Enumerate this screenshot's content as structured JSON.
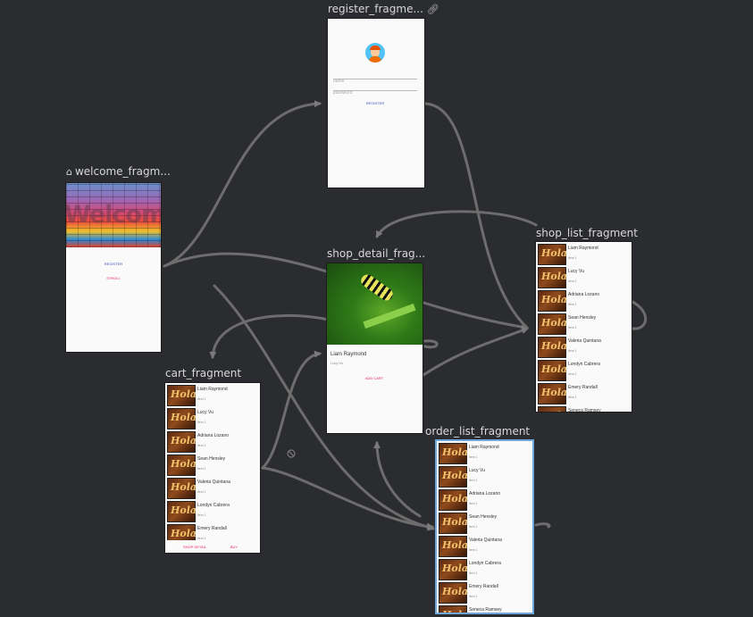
{
  "colors": {
    "canvas": "#2b2c2f",
    "edge": "#7a7a7a",
    "selected": "#6fa6dc",
    "accent": "#e91e63",
    "primary": "#3f51b5"
  },
  "fragments": {
    "register": {
      "title": "register_fragme...",
      "icon": "link-icon",
      "name_hint": "name",
      "password_hint": "password",
      "button": "REGISTER"
    },
    "welcome": {
      "title": "welcome_fragm...",
      "icon": "home-icon",
      "banner_text": "Welcome",
      "register_button": "REGISTER",
      "stroll_button": "STROLL"
    },
    "shop_detail": {
      "title": "shop_detail_frag...",
      "name": "Liam Raymond",
      "subtitle": "Lucy Vu",
      "button": "ADD CART"
    },
    "shop_list": {
      "title": "shop_list_fragment"
    },
    "cart": {
      "title": "cart_fragment",
      "shop_detail_button": "SHOP DETAIL",
      "buy_button": "BUY"
    },
    "order_list": {
      "title": "order_list_fragment"
    }
  },
  "list_items": [
    {
      "name": "Liam Raymond",
      "sub": "item 1"
    },
    {
      "name": "Lucy Vu",
      "sub": "item 1"
    },
    {
      "name": "Adriana Lozano",
      "sub": "item 1"
    },
    {
      "name": "Sean Hensley",
      "sub": "item 1"
    },
    {
      "name": "Valeria Quintana",
      "sub": "item 1"
    },
    {
      "name": "Londyn Cabrera",
      "sub": "item 1"
    },
    {
      "name": "Emery Randall",
      "sub": "item 1"
    },
    {
      "name": "Seneca Ramsey",
      "sub": "item 1"
    }
  ],
  "thumb_text": "Hola"
}
